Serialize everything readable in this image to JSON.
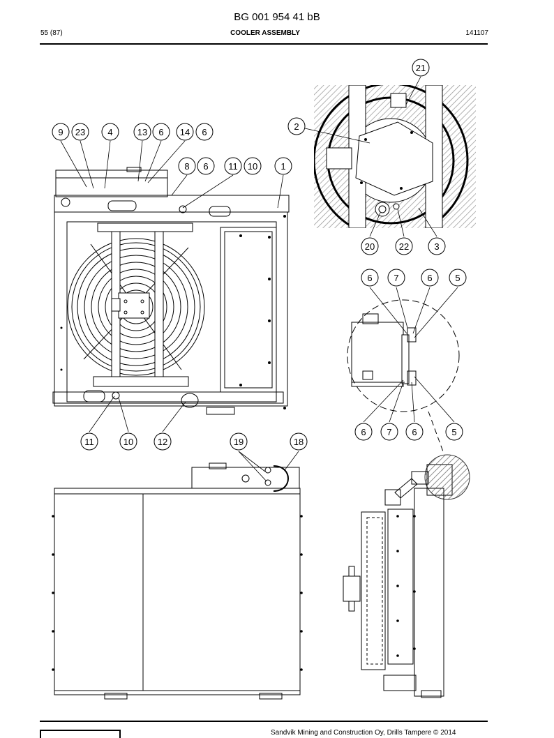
{
  "header": {
    "doc_number": "BG 001 954 41 bB",
    "page": "55 (87)",
    "title": "COOLER ASSEMBLY",
    "date_code": "141107"
  },
  "footer": {
    "copyright": "Sandvik Mining and Construction Oy, Drills Tampere © 2014"
  },
  "callouts": [
    "9",
    "23",
    "4",
    "13",
    "6",
    "14",
    "6",
    "8",
    "6",
    "11",
    "10",
    "1",
    "2",
    "21",
    "20",
    "22",
    "3",
    "6",
    "7",
    "6",
    "5",
    "6",
    "7",
    "6",
    "5",
    "11",
    "10",
    "12",
    "19",
    "18"
  ]
}
